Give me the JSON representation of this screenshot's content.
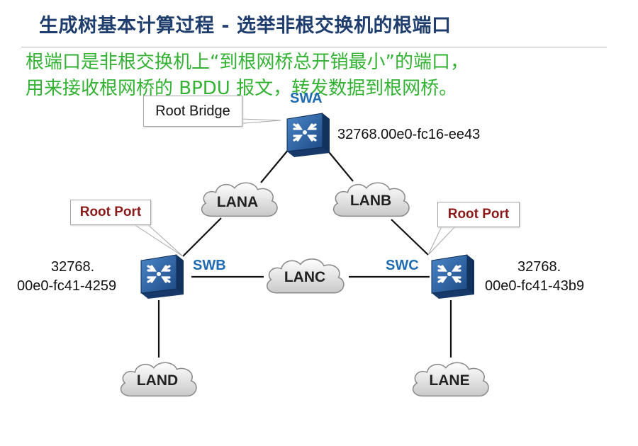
{
  "header": {
    "title": "生成树基本计算过程 - 选举非根交换机的根端口",
    "line1": "根端口是非根交换机上“到根网桥总开销最小”的端口，",
    "line2": "用来接收根网桥的 BPDU 报文，转发数据到根网桥。"
  },
  "callouts": {
    "root_bridge": "Root Bridge",
    "root_port_b": "Root Port",
    "root_port_c": "Root Port"
  },
  "switches": {
    "swa": {
      "name": "SWA",
      "bid": "32768.00e0-fc16-ee43"
    },
    "swb": {
      "name": "SWB",
      "bid_line1": "32768.",
      "bid_line2": "00e0-fc41-4259"
    },
    "swc": {
      "name": "SWC",
      "bid_line1": "32768.",
      "bid_line2": "00e0-fc41-43b9"
    }
  },
  "lans": {
    "lana": "LANA",
    "lanb": "LANB",
    "lanc": "LANC",
    "land": "LAND",
    "lane": "LANE"
  },
  "colors": {
    "title": "#1f3e6e",
    "intro_text": "#33b233",
    "switch_name": "#1f6bb3",
    "root_port": "#8b1a1a",
    "switch_body": "#2a5d9e"
  }
}
